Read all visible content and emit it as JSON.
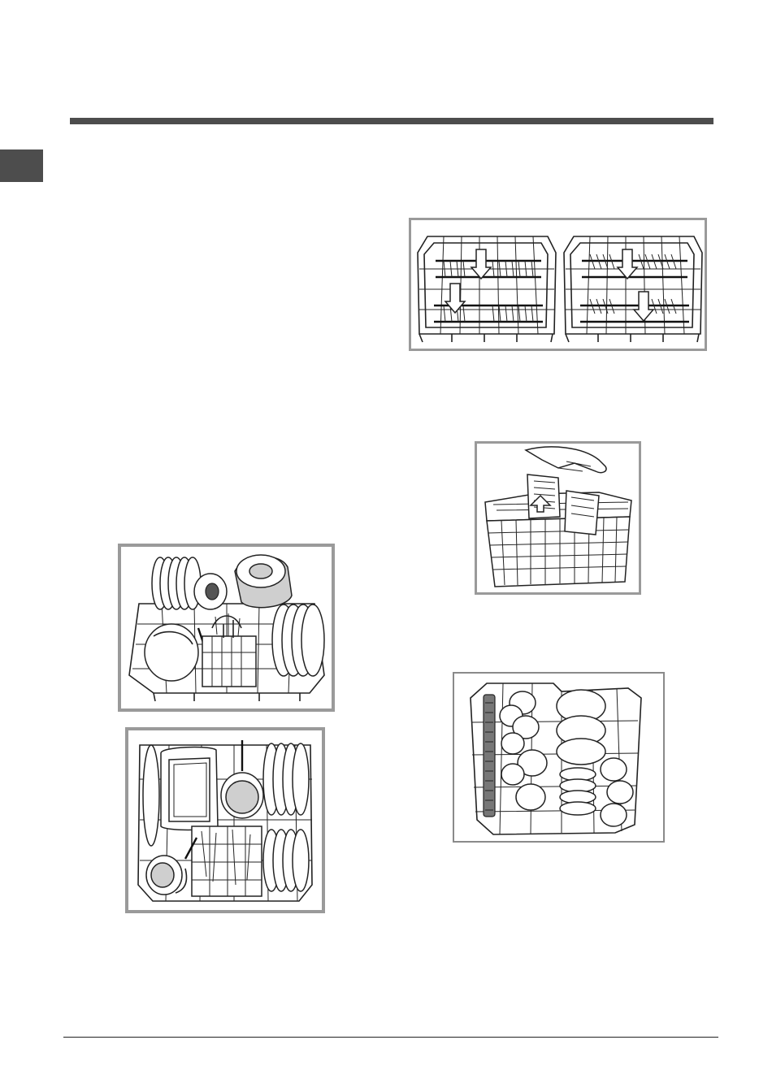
{
  "page": {
    "header_rule": "",
    "language_tab": "",
    "footer_rule": ""
  },
  "figures": [
    {
      "id": "rack-adjust",
      "icon": "rack-adjustment-illustration"
    },
    {
      "id": "cutlery-basket",
      "icon": "cutlery-basket-illustration"
    },
    {
      "id": "lower-rack-a",
      "icon": "lower-rack-loaded-illustration"
    },
    {
      "id": "lower-rack-b",
      "icon": "lower-rack-pots-illustration"
    },
    {
      "id": "upper-rack",
      "icon": "upper-rack-cups-illustration"
    }
  ],
  "colors": {
    "rule": "#4d4d4d",
    "figure_border": "#9a9a9a",
    "line_art": "#222222"
  }
}
